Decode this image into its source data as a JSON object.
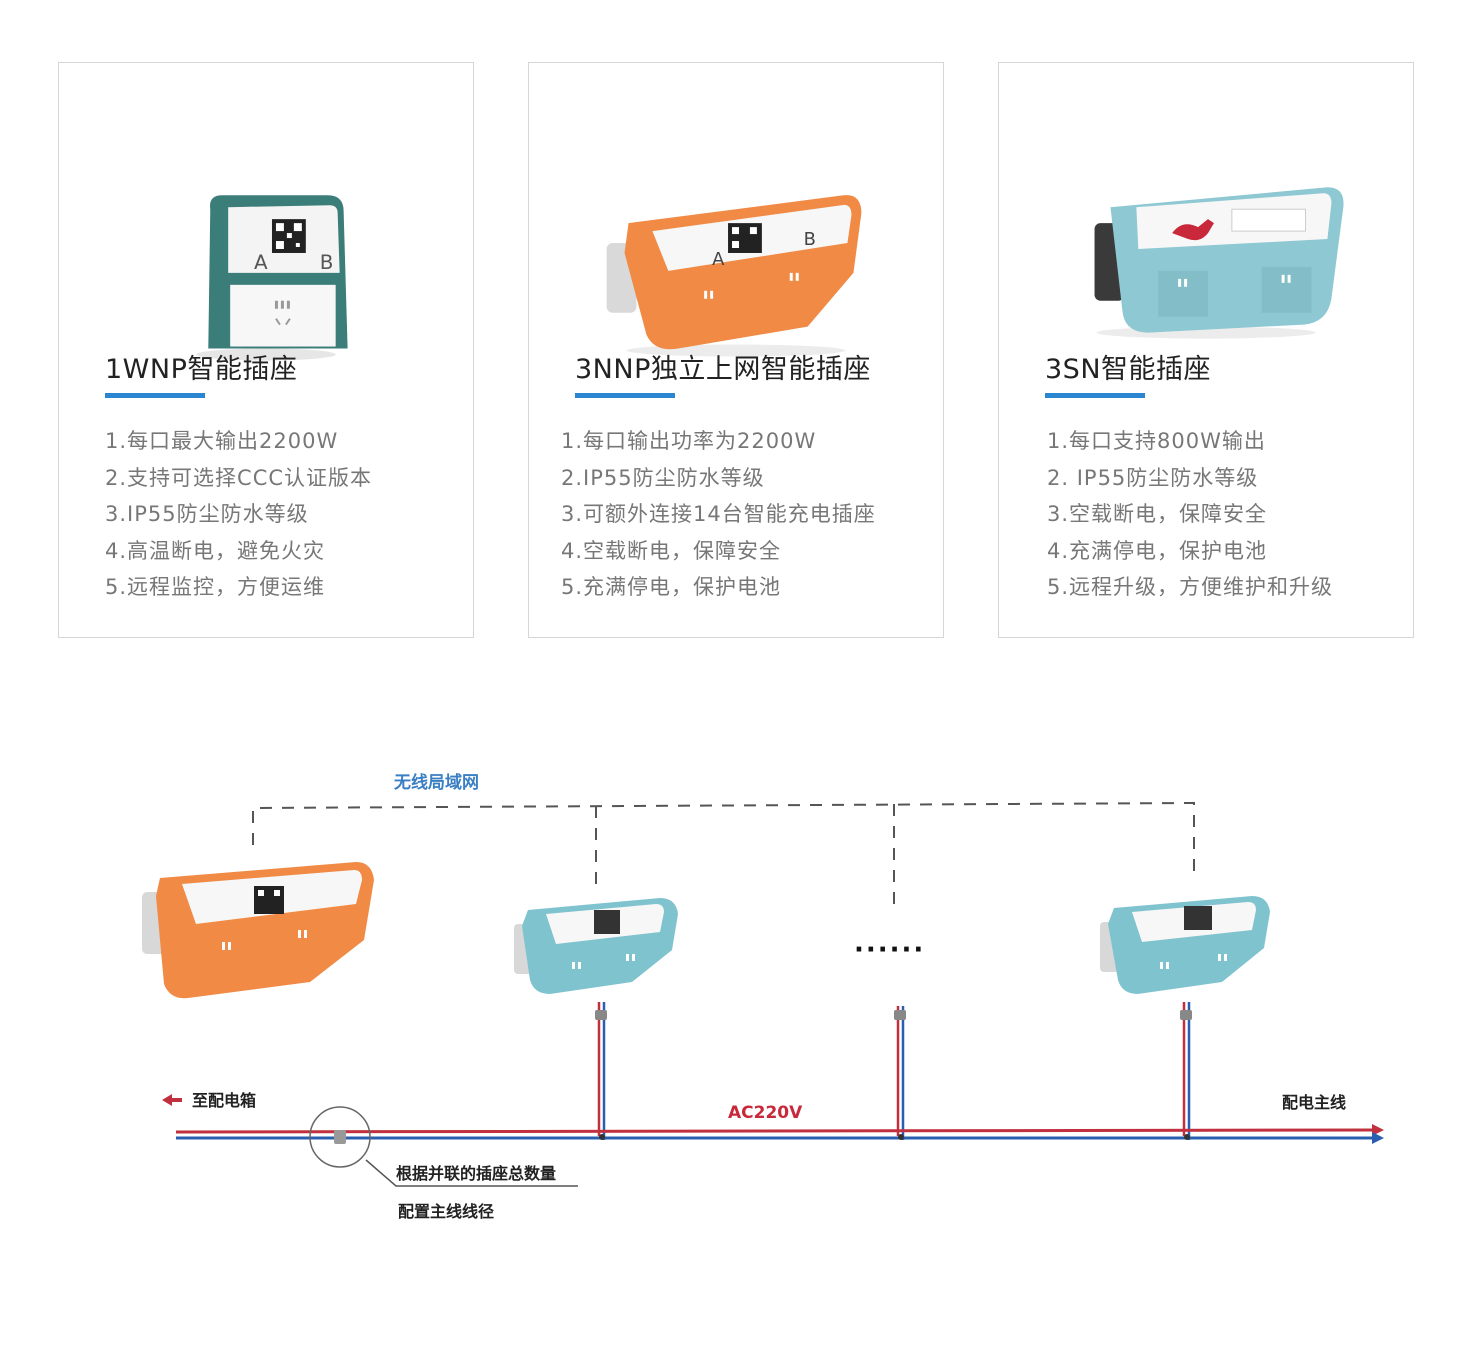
{
  "products": [
    {
      "title": "1WNP智能插座",
      "features": [
        "1.每口最大输出2200W",
        "2.支持可选择CCC认证版本",
        "3.IP55防尘防水等级",
        "4.高温断电，避免火灾",
        "5.远程监控，方便运维"
      ],
      "color": "#3b7d78",
      "panel_letters": [
        "A",
        "B"
      ]
    },
    {
      "title": "3NNP独立上网智能插座",
      "features": [
        "1.每口输出功率为2200W",
        "2.IP55防尘防水等级",
        "3.可额外连接14台智能充电插座",
        "4.空载断电，保障安全",
        "5.充满停电，保护电池"
      ],
      "color": "#f08a45",
      "panel_letters": [
        "A",
        "B"
      ]
    },
    {
      "title": "3SN智能插座",
      "features": [
        "1.每口支持800W输出",
        "2. IP55防尘防水等级",
        "3.空载断电，保障安全",
        "4.充满停电，保护电池",
        "5.远程升级，方便维护和升级"
      ],
      "color": "#8ec8d2",
      "panel_letters": []
    }
  ],
  "diagram": {
    "wlan_label": "无线局域网",
    "ellipsis": "······",
    "to_box_label": "至配电箱",
    "voltage_label": "AC220V",
    "mainline_label": "配电主线",
    "note_line1": "根据并联的插座总数量",
    "note_line2": "配置主线线径",
    "colors": {
      "wlan": "#3a7fc4",
      "voltage": "#c8283a",
      "live_wire": "#c0303f",
      "neutral_wire": "#2a5fb0",
      "orange_device": "#f08a45",
      "blue_device": "#7fc3cf"
    }
  }
}
